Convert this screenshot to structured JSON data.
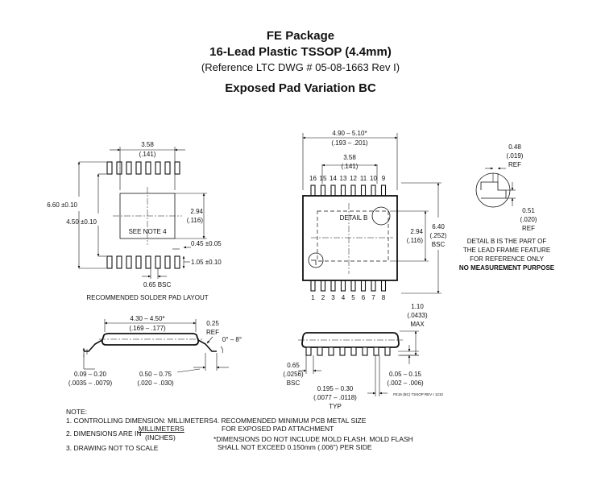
{
  "header": {
    "package": "FE Package",
    "type": "16-Lead Plastic TSSOP (4.4mm)",
    "reference": "(Reference LTC DWG # 05-08-1663 Rev I)",
    "variation": "Exposed Pad Variation BC"
  },
  "solder_layout": {
    "dim_358": "3.58",
    "dim_358_in": "(.141)",
    "dim_660": "6.60 ±0.10",
    "dim_450": "4.50 ±0.10",
    "dim_294": "2.94",
    "dim_294_in": "(.116)",
    "see_note": "SEE NOTE 4",
    "dim_045": "0.45 ±0.05",
    "dim_105": "1.05 ±0.10",
    "dim_065": "0.65 BSC",
    "caption": "RECOMMENDED SOLDER PAD LAYOUT"
  },
  "top_view": {
    "dim_len": "4.90 – 5.10*",
    "dim_len_in": "(.193 – .201)",
    "dim_358": "3.58",
    "dim_358_in": "(.141)",
    "pins_top": [
      "16",
      "15",
      "14",
      "13",
      "12",
      "11",
      "10",
      "9"
    ],
    "pins_bottom": [
      "1",
      "2",
      "3",
      "4",
      "5",
      "6",
      "7",
      "8"
    ],
    "detail_label": "DETAIL B",
    "dim_294": "2.94",
    "dim_294_in": "(.116)",
    "dim_640": "6.40",
    "dim_640_in": "(.252)",
    "dim_640_bsc": "BSC"
  },
  "detail_b": {
    "dim_048": "0.48",
    "dim_048_in": "(.019)",
    "dim_048_ref": "REF",
    "dim_051": "0.51",
    "dim_051_in": "(.020)",
    "dim_051_ref": "REF",
    "note_line1": "DETAIL B IS THE PART OF",
    "note_line2": "THE LEAD FRAME FEATURE",
    "note_line3": "FOR REFERENCE ONLY",
    "note_line4": "NO MEASUREMENT PURPOSE"
  },
  "end_view": {
    "dim_430": "4.30 – 4.50*",
    "dim_430_in": "(.169 – .177)",
    "dim_025": "0.25",
    "dim_025_ref": "REF",
    "angle": "0° – 8°",
    "dim_009": "0.09 – 0.20",
    "dim_009_in": "(.0035 – .0079)",
    "dim_050": "0.50 – 0.75",
    "dim_050_in": "(.020 – .030)"
  },
  "side_view": {
    "dim_110": "1.10",
    "dim_110_in": "(.0433)",
    "dim_110_max": "MAX",
    "dim_065": "0.65",
    "dim_065_in": "(.0256)",
    "dim_065_bsc": "BSC",
    "dim_0195": "0.195 – 0.30",
    "dim_0195_in": "(.0077 – .0118)",
    "dim_0195_typ": "TYP",
    "dim_005": "0.05 – 0.15",
    "dim_005_in": "(.002 – .006)",
    "drawing_id": "FE16 (BC) TSSOP REV I 1210"
  },
  "notes": {
    "title": "NOTE:",
    "n1": "1. CONTROLLING DIMENSION: MILLIMETERS",
    "n2_pre": "2. DIMENSIONS ARE IN",
    "n2_mm": "MILLIMETERS",
    "n2_in": "(INCHES)",
    "n3": "3. DRAWING NOT TO SCALE",
    "n4_l1": "4. RECOMMENDED MINIMUM PCB METAL SIZE",
    "n4_l2": "FOR EXPOSED PAD ATTACHMENT",
    "n5_l1": "*DIMENSIONS DO NOT INCLUDE MOLD FLASH. MOLD FLASH",
    "n5_l2": "SHALL NOT EXCEED 0.150mm (.006\") PER SIDE"
  }
}
